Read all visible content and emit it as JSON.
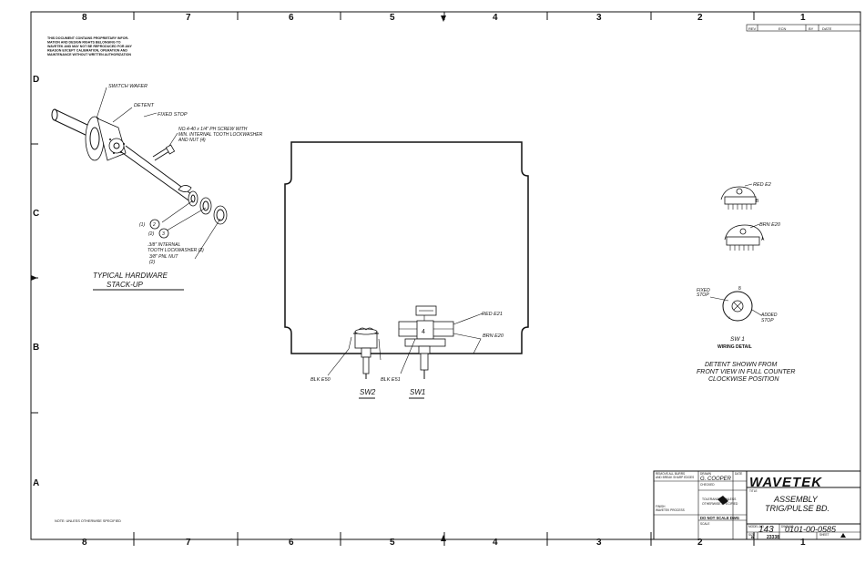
{
  "zones": {
    "columns": [
      "8",
      "7",
      "6",
      "5",
      "4",
      "3",
      "2",
      "1"
    ],
    "rows": [
      "D",
      "C",
      "B",
      "A"
    ]
  },
  "notices": {
    "proprietary": [
      "THIS DOCUMENT CONTAINS PROPRIETARY INFOR-",
      "MATION AND DESIGN RIGHTS BELONGING TO",
      "WAVETEK AND MAY NOT BE REPRODUCED FOR ANY",
      "REASON EXCEPT CALIBRATION, OPERATION AND",
      "MAINTENANCE WITHOUT WRITTEN AUTHORIZATION"
    ],
    "note": "NOTE: UNLESS OTHERWISE SPECIFIED"
  },
  "stackup": {
    "switch_wafer": "SWITCH WAFER",
    "detent": "DETENT",
    "fixed_stop": "FIXED STOP",
    "screw": [
      "NO.4-40 x 1/4\" PH SCREW WITH",
      "MIN. INTERNAL TOOTH LOCKWASHER",
      "AND NUT (4)"
    ],
    "bubble1_qty": "(1)",
    "bubble1": "2",
    "bubble2_qty": "(2)",
    "bubble2": "3",
    "lockwasher": [
      ".3/8\" INTERNAL",
      "TOOTH LOCKWASHER (2)"
    ],
    "pnl_nut": [
      "3/8\" PNL NUT",
      "(2)"
    ],
    "caption": [
      "TYPICAL HARDWARE",
      "STACK-UP"
    ]
  },
  "assembly": {
    "red_wire": "RED E21",
    "brn_wire": "BRN E20",
    "blk_sw2": "BLK E50",
    "blk_sw1": "BLK E51",
    "sw2_label": "SW2",
    "sw1_label": "SW1"
  },
  "wiring": {
    "red": "RED E2",
    "brn": "BRN E20",
    "fixed_stop": [
      "FIXED",
      "STOP"
    ],
    "added_stop": [
      "ADDED",
      "STOP"
    ],
    "title": [
      "SW 1",
      "WIRING DETAIL"
    ],
    "detent_note": [
      "DETENT SHOWN FROM",
      "FRONT VIEW IN FULL COUNTER",
      "CLOCKWISE POSITION"
    ]
  },
  "title_block": {
    "company": "WAVETEK",
    "drawn": "G. COOPER",
    "title": [
      "ASSEMBLY",
      "TRIG/PULSE BD."
    ],
    "model": "143",
    "dwg_no": "0101-00-0585",
    "size": "B",
    "code": "23338",
    "scale_note": "DO NOT SCALE DWG",
    "tiny": [
      "REMOVE ALL BURRS",
      "AND BREAK SHARP EDGES",
      "DRAWN",
      "DATE",
      "CHECKED",
      "TOLERANCES UNLESS",
      "OTHERWISE SPECIFIED",
      "FINISH",
      "WAVETEK PROCESS",
      "SCALE",
      "SHEET",
      "MODEL NO",
      "DWG NO",
      "SIZE",
      "TITLE"
    ]
  },
  "revision_header": [
    "REV",
    "ECN",
    "BY",
    "DATE"
  ]
}
